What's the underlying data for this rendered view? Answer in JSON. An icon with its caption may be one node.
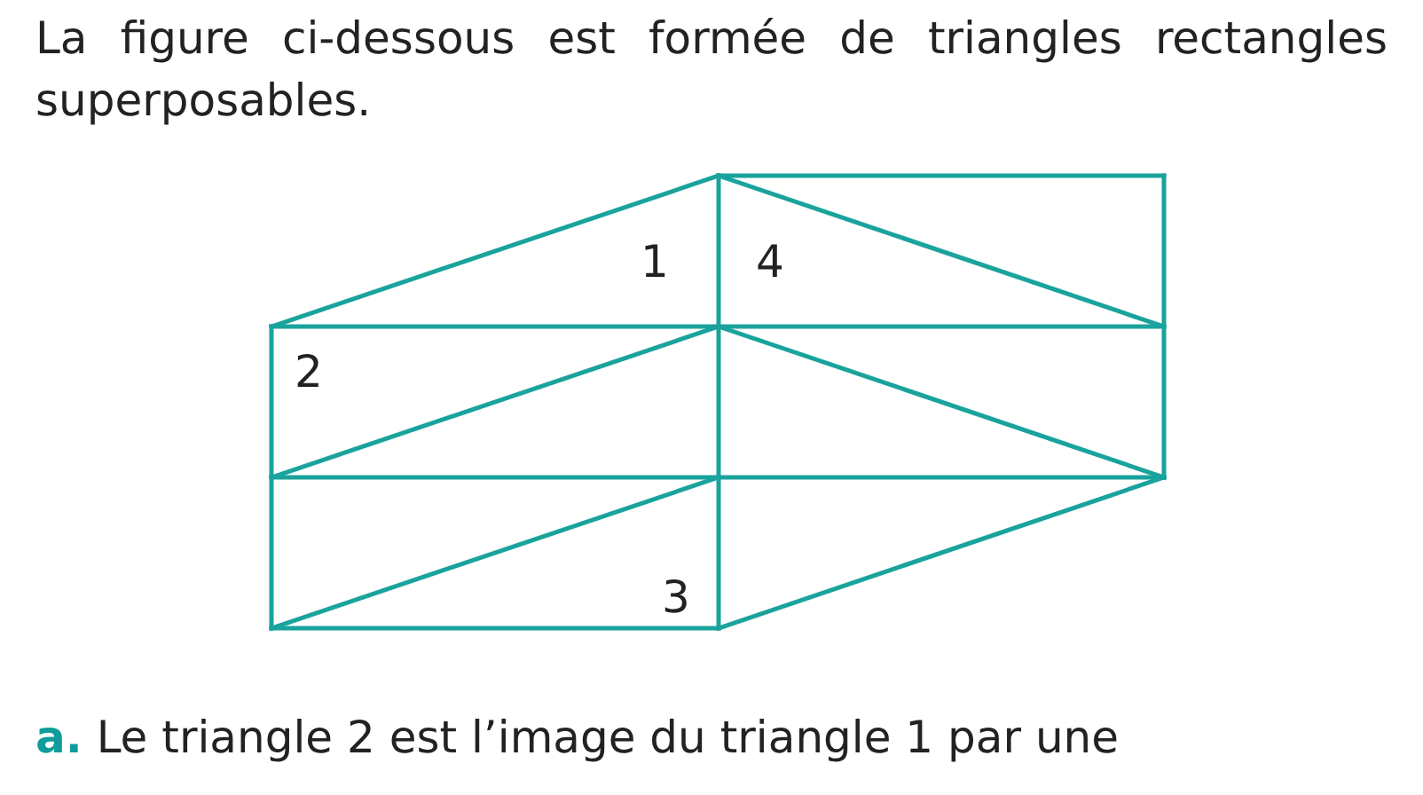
{
  "diagram": {
    "labels": [
      "La figure ci-dessous est formée de triangles rectangles superposables.",
      "1",
      "4",
      "2",
      "3",
      "**a.** Le triangle 2 est l’image du triangle 1 par une"
    ]
  }
}
